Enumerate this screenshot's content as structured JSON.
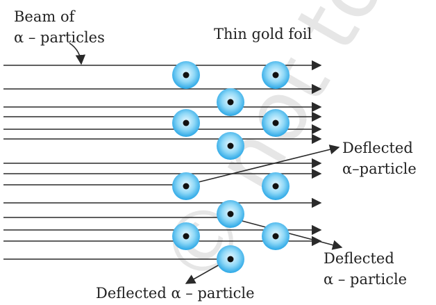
{
  "labels": {
    "beam_line1": "Beam of",
    "beam_line2": "α – particles",
    "foil": "Thin gold foil",
    "deflected_top_1": "Deflected",
    "deflected_top_2": "α–particle",
    "deflected_right_1": "Deflected",
    "deflected_right_2": "α – particle",
    "deflected_bottom": "Deflected α – particle"
  },
  "watermark": "© not to be",
  "colors": {
    "line": "#2a2a2a",
    "atom_outer": "#2aa7e6",
    "atom_inner": "#d6f2ff",
    "nucleus": "#111111",
    "watermark": "#e6e6e6"
  }
}
